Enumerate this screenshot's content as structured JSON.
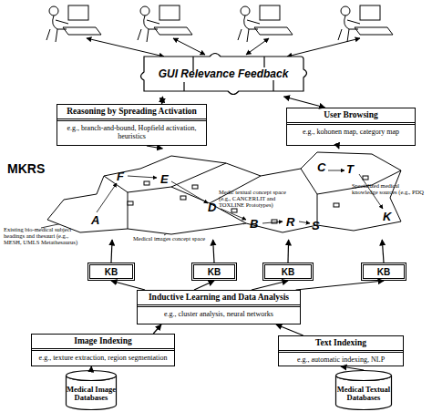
{
  "diagram": {
    "nodes": [
      {
        "text": [
          "GUI Relevance Feedback"
        ]
      },
      {
        "text": [
          "Reasoning by Spreading Activation",
          "e.g., branch-and-bound, Hopfield activation, heuristics"
        ]
      },
      {
        "text": [
          "User Browsing",
          "e.g., kohonen map, category map"
        ]
      },
      {
        "text": [
          "A",
          "F",
          "E",
          "D",
          "B",
          "R",
          "S",
          "C",
          "T",
          "K"
        ]
      },
      {
        "text": [
          "KB"
        ]
      },
      {
        "text": [
          "KB"
        ]
      },
      {
        "text": [
          "KB"
        ]
      },
      {
        "text": [
          "KB"
        ]
      },
      {
        "text": [
          "Inductive Learning and Data Analysis",
          "e.g., cluster analysis, neural networks"
        ]
      },
      {
        "text": [
          "Image Indexing",
          "e.g., texture extraction, region segmentation"
        ]
      },
      {
        "text": [
          "Text Indexing",
          "e.g., automatic indexing, NLP"
        ]
      },
      {
        "text": [
          "Medical Image Databases"
        ]
      },
      {
        "text": [
          "Medical Textual Databases"
        ]
      }
    ],
    "edges": [
      {
        "from": 0,
        "to": 1,
        "arrow": "both"
      },
      {
        "from": 0,
        "to": 2,
        "arrow": "both"
      },
      {
        "from": 1,
        "to": 3,
        "arrow": "to"
      },
      {
        "from": 2,
        "to": 3,
        "arrow": "to"
      },
      {
        "from": 4,
        "to": 3,
        "arrow": "to"
      },
      {
        "from": 5,
        "to": 3,
        "arrow": "to"
      },
      {
        "from": 6,
        "to": 3,
        "arrow": "to"
      },
      {
        "from": 7,
        "to": 3,
        "arrow": "to"
      },
      {
        "from": 8,
        "to": 4,
        "arrow": "to"
      },
      {
        "from": 8,
        "to": 5,
        "arrow": "to"
      },
      {
        "from": 8,
        "to": 6,
        "arrow": "to"
      },
      {
        "from": 8,
        "to": 7,
        "arrow": "to"
      },
      {
        "from": 9,
        "to": 8,
        "arrow": "to"
      },
      {
        "from": 10,
        "to": 8,
        "arrow": "to"
      },
      {
        "from": 11,
        "to": 9,
        "arrow": "to"
      },
      {
        "from": 12,
        "to": 10,
        "arrow": "to"
      }
    ],
    "labels": [
      "MKRS",
      "Existing bio-medical subject headings and thesauri (e.g., MESH, UMLS Metathesaurus)",
      "Medical images concept space",
      "Medic textual concept space (e.g., CANCERLIT and TOXLINE Prototypes)",
      "Specialized medical knowledge sources (e.g., PDQ"
    ]
  }
}
